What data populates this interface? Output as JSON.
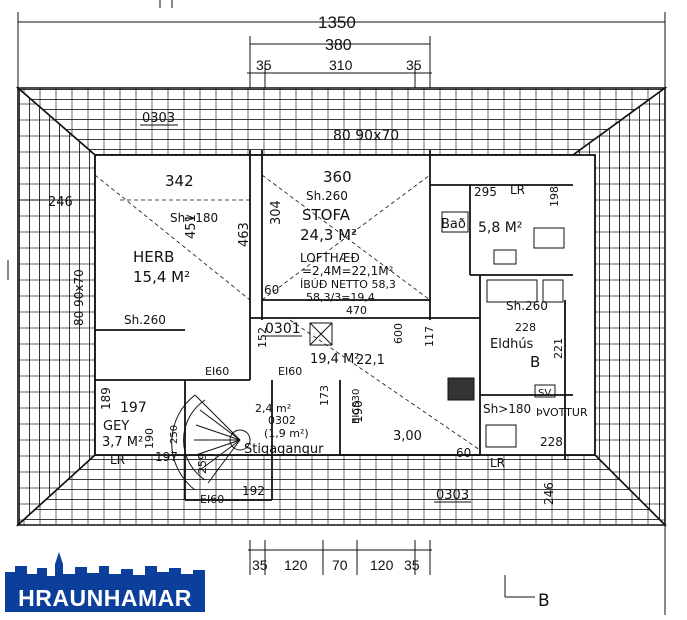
{
  "dimensions": {
    "overall": "1350",
    "opening": "380",
    "sub_top": [
      "35",
      "310",
      "35"
    ],
    "bottom": [
      "35",
      "120",
      "70",
      "120",
      "35"
    ],
    "left_246": "246",
    "right_246": "246"
  },
  "window_note": "80 90x70",
  "rooms": {
    "stofa": {
      "name": "STOFA",
      "area": "24,3 M²",
      "sh": "Sh.260",
      "width": "360",
      "depth": "304",
      "depth2": "463"
    },
    "loft": {
      "line1": "LOFTHÆÐ",
      "line2": "=2,4M=22,1M²",
      "line3": "ÍBÚÐ NETTO 58,3",
      "line4": "58,3/3=19,4",
      "line5": "470"
    },
    "herb": {
      "name": "HERB",
      "area": "15,4 M²",
      "width": "342",
      "depth": "451",
      "sh": "Sh>180",
      "sh2": "Sh.260",
      "vindow": "80 90x70"
    },
    "bad": {
      "name": "Bað",
      "area": "5,8 M²",
      "w": "295",
      "lr": "LR",
      "h": "198"
    },
    "eldhus": {
      "name": "Eldhús",
      "w": "228",
      "sh": "Sh.260",
      "h": "221",
      "b": "B"
    },
    "hall": {
      "area": "19,4 M²",
      "area2": "22,1",
      "code": "0301",
      "h117": "117",
      "h152": "152",
      "h600": "600"
    },
    "geymsla": {
      "name": "GEY",
      "area": "3,7 M²",
      "lr": "LR",
      "w": "197",
      "h": "189",
      "h2": "190",
      "w2": "197",
      "sub": "250"
    },
    "stiga": {
      "name": "Stigagangur",
      "area1": "2,4 m²",
      "code": "0302",
      "area2": "(1,9 m²)",
      "h": "173",
      "w": "192",
      "h2": "259"
    },
    "eics": {
      "label": "EICS30",
      "h": "190",
      "w": "3,00"
    },
    "thvottur": {
      "name": "ÞVOTTUR",
      "sh": "Sh>180",
      "sv": "SV",
      "w": "228",
      "lr": "LR",
      "w60": "60"
    },
    "other": {
      "e160a": "EI60",
      "e160b": "EI60",
      "e160c": "EI60",
      "w60": "60",
      "w60b": "60"
    }
  },
  "codes": {
    "top_left": "0303",
    "bottom_right": "0303"
  },
  "section_mark": "B",
  "left_note": "80 90x70",
  "brand": {
    "name": "HRAUNHAMAR",
    "color": "#0c3f9c"
  }
}
